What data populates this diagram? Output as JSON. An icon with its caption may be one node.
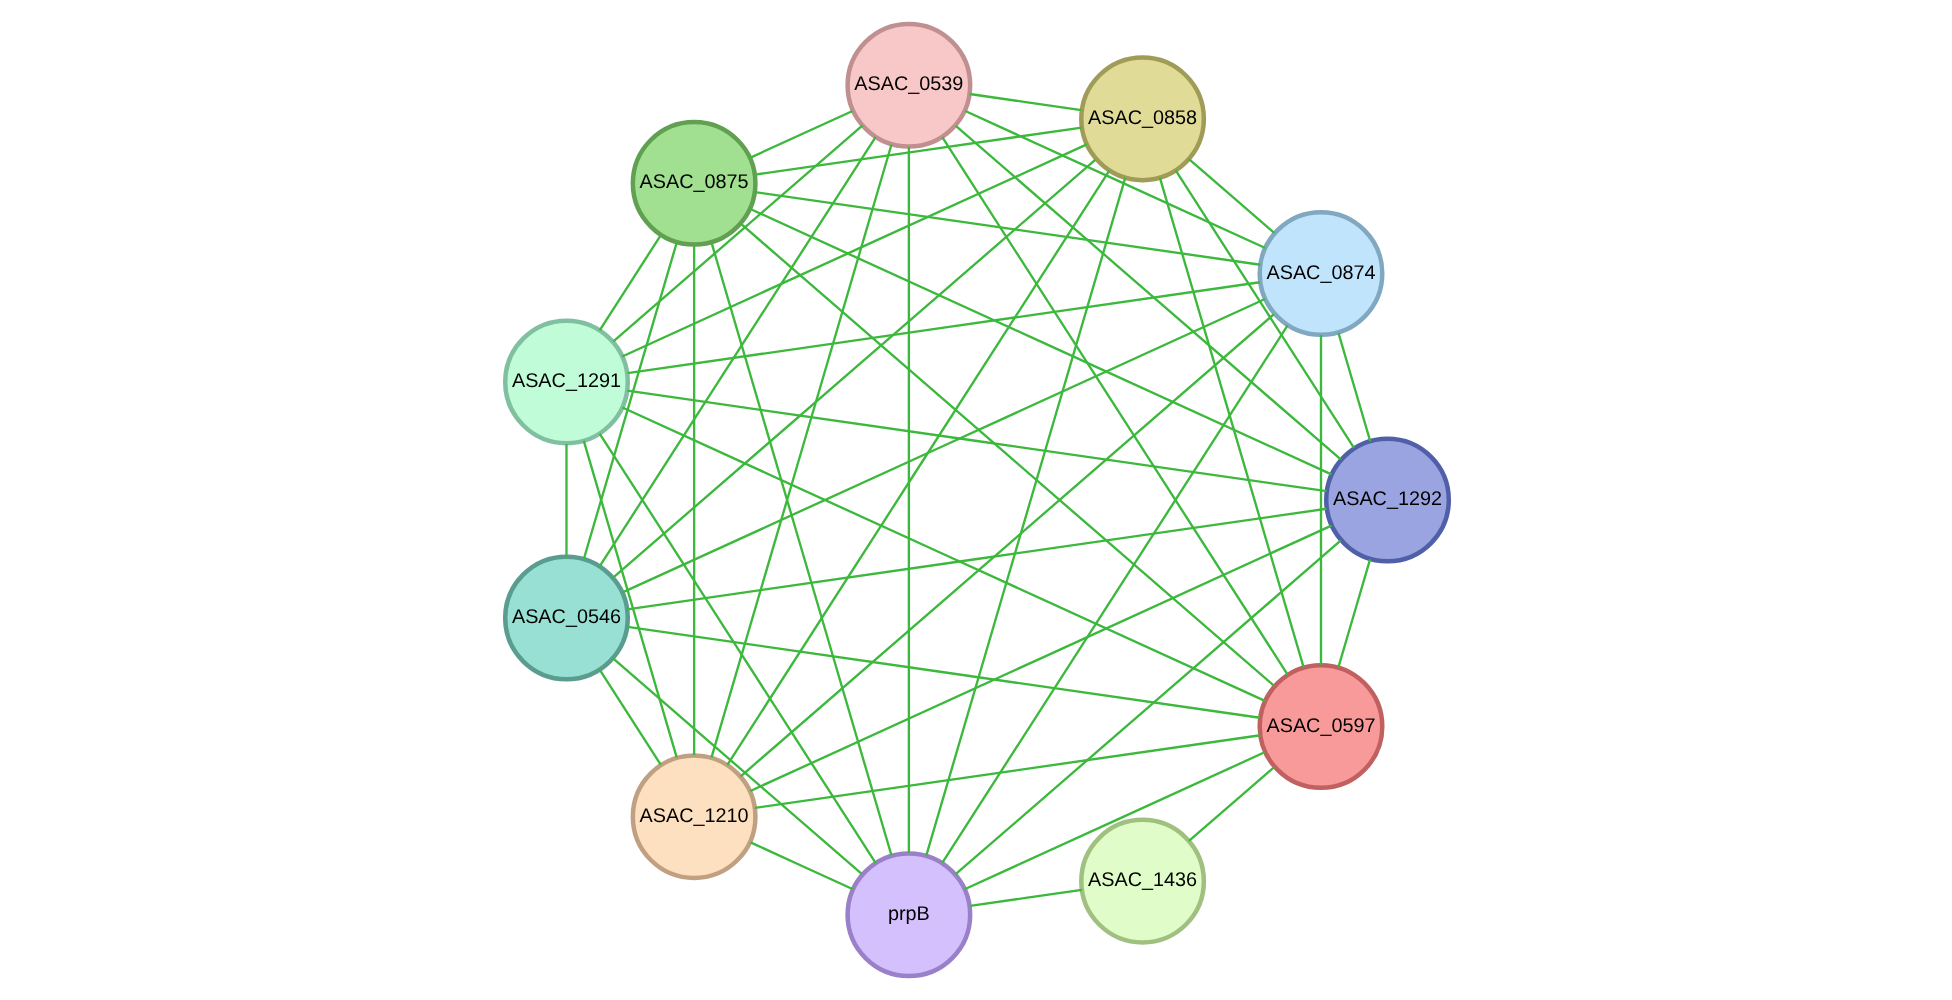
{
  "diagram": {
    "nodes": [
      {
        "text": [
          "ASAC_1436"
        ]
      },
      {
        "text": [
          "ASAC_0597"
        ]
      },
      {
        "text": [
          "prpB"
        ]
      },
      {
        "text": [
          "ASAC_1292"
        ]
      },
      {
        "text": [
          "ASAC_1210"
        ]
      },
      {
        "text": [
          "ASAC_0546"
        ]
      },
      {
        "text": [
          "ASAC_1291"
        ]
      },
      {
        "text": [
          "ASAC_0875"
        ]
      },
      {
        "text": [
          "ASAC_0539"
        ]
      },
      {
        "text": [
          "ASAC_0858"
        ]
      },
      {
        "text": [
          "ASAC_0874"
        ]
      }
    ],
    "edges": [
      {
        "from": 0,
        "to": 1,
        "arrow": "none"
      },
      {
        "from": 0,
        "to": 2,
        "arrow": "none"
      },
      {
        "from": 1,
        "to": 2,
        "arrow": "none"
      },
      {
        "from": 1,
        "to": 3,
        "arrow": "none"
      },
      {
        "from": 1,
        "to": 4,
        "arrow": "none"
      },
      {
        "from": 1,
        "to": 5,
        "arrow": "none"
      },
      {
        "from": 1,
        "to": 6,
        "arrow": "none"
      },
      {
        "from": 1,
        "to": 7,
        "arrow": "none"
      },
      {
        "from": 1,
        "to": 8,
        "arrow": "none"
      },
      {
        "from": 1,
        "to": 9,
        "arrow": "none"
      },
      {
        "from": 1,
        "to": 10,
        "arrow": "none"
      },
      {
        "from": 2,
        "to": 3,
        "arrow": "none"
      },
      {
        "from": 2,
        "to": 4,
        "arrow": "none"
      },
      {
        "from": 2,
        "to": 5,
        "arrow": "none"
      },
      {
        "from": 2,
        "to": 6,
        "arrow": "none"
      },
      {
        "from": 2,
        "to": 7,
        "arrow": "none"
      },
      {
        "from": 2,
        "to": 8,
        "arrow": "none"
      },
      {
        "from": 2,
        "to": 9,
        "arrow": "none"
      },
      {
        "from": 2,
        "to": 10,
        "arrow": "none"
      },
      {
        "from": 3,
        "to": 4,
        "arrow": "none"
      },
      {
        "from": 3,
        "to": 5,
        "arrow": "none"
      },
      {
        "from": 3,
        "to": 6,
        "arrow": "none"
      },
      {
        "from": 3,
        "to": 7,
        "arrow": "none"
      },
      {
        "from": 3,
        "to": 8,
        "arrow": "none"
      },
      {
        "from": 3,
        "to": 9,
        "arrow": "none"
      },
      {
        "from": 3,
        "to": 10,
        "arrow": "none"
      },
      {
        "from": 4,
        "to": 5,
        "arrow": "none"
      },
      {
        "from": 4,
        "to": 6,
        "arrow": "none"
      },
      {
        "from": 4,
        "to": 7,
        "arrow": "none"
      },
      {
        "from": 4,
        "to": 8,
        "arrow": "none"
      },
      {
        "from": 4,
        "to": 9,
        "arrow": "none"
      },
      {
        "from": 4,
        "to": 10,
        "arrow": "none"
      },
      {
        "from": 5,
        "to": 6,
        "arrow": "none"
      },
      {
        "from": 5,
        "to": 7,
        "arrow": "none"
      },
      {
        "from": 5,
        "to": 8,
        "arrow": "none"
      },
      {
        "from": 5,
        "to": 9,
        "arrow": "none"
      },
      {
        "from": 5,
        "to": 10,
        "arrow": "none"
      },
      {
        "from": 6,
        "to": 7,
        "arrow": "none"
      },
      {
        "from": 6,
        "to": 8,
        "arrow": "none"
      },
      {
        "from": 6,
        "to": 9,
        "arrow": "none"
      },
      {
        "from": 6,
        "to": 10,
        "arrow": "none"
      },
      {
        "from": 7,
        "to": 8,
        "arrow": "none"
      },
      {
        "from": 7,
        "to": 9,
        "arrow": "none"
      },
      {
        "from": 7,
        "to": 10,
        "arrow": "none"
      },
      {
        "from": 8,
        "to": 9,
        "arrow": "none"
      },
      {
        "from": 8,
        "to": 10,
        "arrow": "none"
      },
      {
        "from": 9,
        "to": 10,
        "arrow": "none"
      }
    ]
  }
}
